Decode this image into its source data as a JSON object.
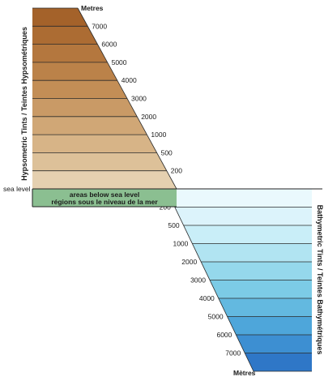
{
  "header_unit": "Metres",
  "footer_unit": "Mètres",
  "sea_level_label": "sea level",
  "below_sea_level": {
    "line1": "areas below sea level",
    "line2": "régions sous le niveau de la mer",
    "color": "#8bbf91"
  },
  "left_title": "Hypsometric Tints  /  Teintes Hypsométriques",
  "right_title": "Bathymetric Tints  /  Teintes Bathymétriques",
  "hypsometric": {
    "labels": [
      "7000",
      "6000",
      "5000",
      "4000",
      "3000",
      "2000",
      "1000",
      "500",
      "200"
    ],
    "colors": [
      "#a4622a",
      "#ac6c33",
      "#b4773e",
      "#bb8249",
      "#c38e56",
      "#c99a66",
      "#d0a776",
      "#d7b487",
      "#ddc199",
      "#e5d0b0"
    ]
  },
  "bathymetric": {
    "labels": [
      "200",
      "500",
      "1000",
      "2000",
      "3000",
      "4000",
      "5000",
      "6000",
      "7000"
    ],
    "colors": [
      "#eaf9fd",
      "#dcf3fb",
      "#c9eef8",
      "#b1e4f2",
      "#95d8ec",
      "#7ccbe6",
      "#63b9e0",
      "#4ea6da",
      "#3d8fd2",
      "#2f77c7"
    ]
  }
}
